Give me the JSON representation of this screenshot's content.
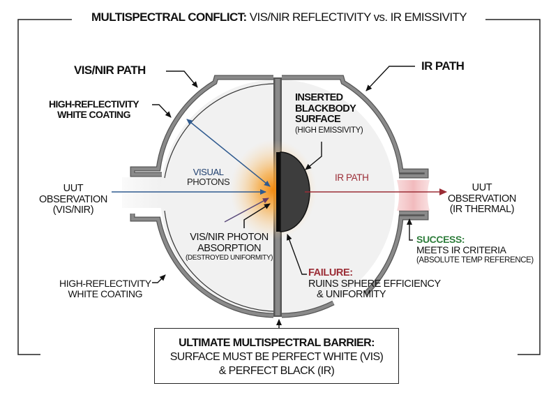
{
  "title": {
    "bold_part": "MULTISPECTRAL CONFLICT:",
    "rest": " VIS/NIR REFLECTIVITY vs. IR EMISSIVITY"
  },
  "colors": {
    "vis_blue": "#2f5a8f",
    "ir_red": "#9b2d36",
    "success_green": "#2e7d3b",
    "shell_gray": "#7b7b7b",
    "interior": "#f1f1f1",
    "blackbody": "#3d3d3d",
    "glow": "#f39a1c"
  },
  "labels": {
    "vis_nir_path": "VIS/NIR PATH",
    "ir_path_top": "IR PATH",
    "coating_top": [
      "HIGH-REFLECTIVITY",
      "WHITE COATING"
    ],
    "coating_bottom": [
      "HIGH-REFLECTIVITY",
      "WHITE COATING"
    ],
    "blackbody": [
      "INSERTED",
      "BLACKBODY",
      "SURFACE"
    ],
    "blackbody_note": "(HIGH EMISSIVITY)",
    "visual_photons": [
      "VISUAL",
      "PHOTONS"
    ],
    "ir_path_inner": "IR PATH",
    "uut_left": [
      "UUT",
      "OBSERVATION",
      "(VIS/NIR)"
    ],
    "uut_right": [
      "UUT",
      "OBSERVATION",
      "(IR THERMAL)"
    ],
    "absorption": [
      "VIS/NIR PHOTON",
      "ABSORPTION"
    ],
    "absorption_note": "(DESTROYED UNIFORMITY)",
    "success_head": "SUCCESS:",
    "success_text": "MEETS IR CRITERIA",
    "success_note": "(ABSOLUTE TEMP REFERENCE)",
    "failure_head": "FAILURE:",
    "failure_text": [
      "RUINS SPHERE EFFICIENCY",
      "& UNIFORMITY"
    ]
  },
  "barrier": {
    "heading": "ULTIMATE MULTISPECTRAL BARRIER:",
    "line1": "SURFACE MUST BE PERFECT WHITE (VIS)",
    "line2": "& PERFECT BLACK (IR)"
  }
}
